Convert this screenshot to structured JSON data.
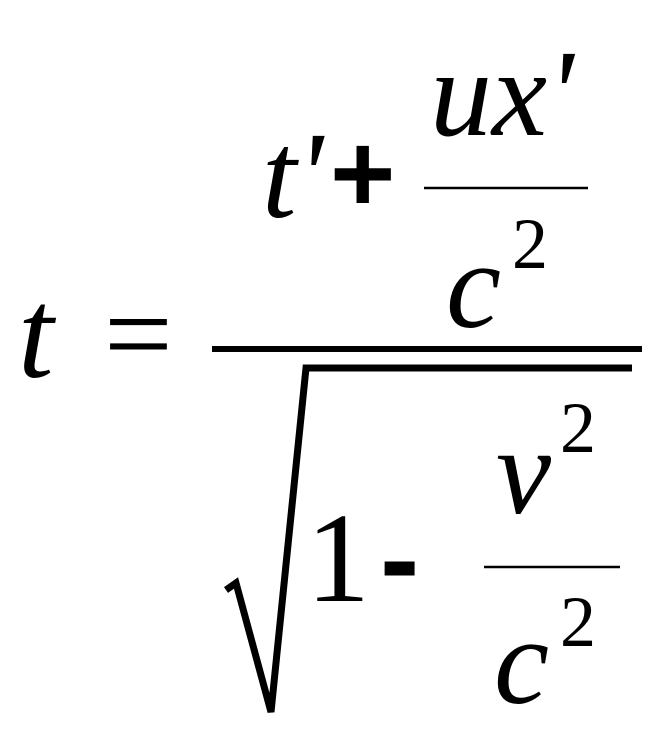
{
  "equation": {
    "lhs": "t",
    "equals": "=",
    "numerator": {
      "t_prime": "t'",
      "plus": "+",
      "inner_numerator": "ux'",
      "inner_denominator_base": "c",
      "inner_denominator_exponent": "2"
    },
    "denominator": {
      "one": "1",
      "minus": "-",
      "fraction_numerator_base": "v",
      "fraction_numerator_exponent": "2",
      "fraction_denominator_base": "c",
      "fraction_denominator_exponent": "2"
    }
  }
}
